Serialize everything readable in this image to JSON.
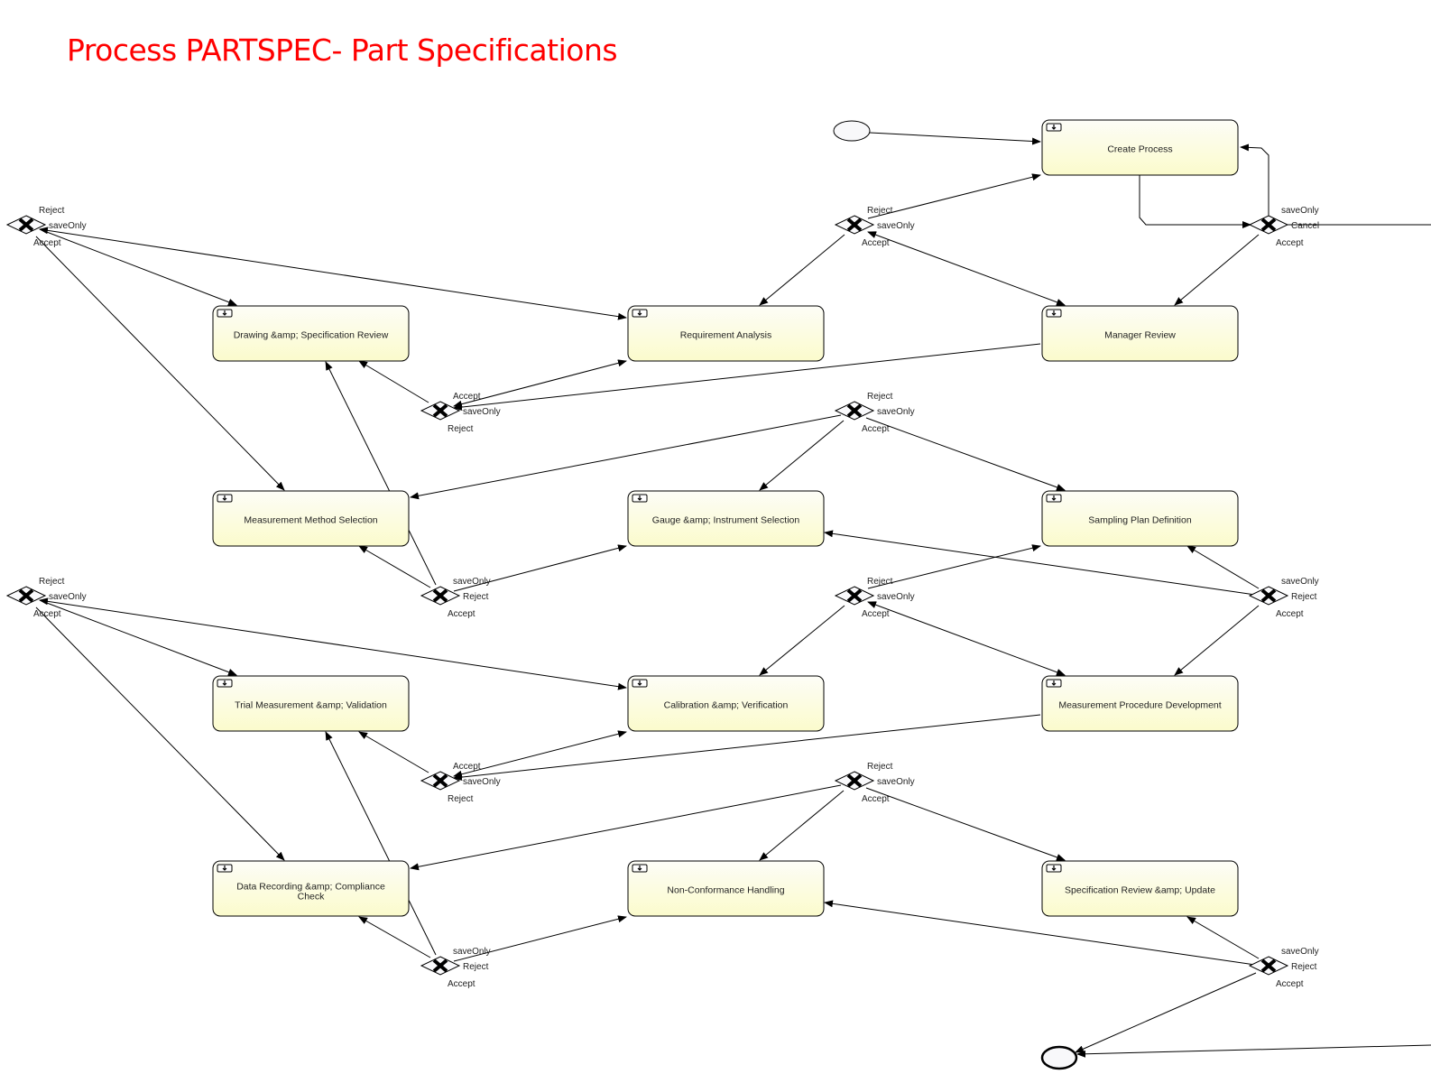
{
  "title": "Process PARTSPEC- Part Specifications",
  "colors": {
    "title": "#ff0000",
    "task_fill_top": "#fdfdf7",
    "task_fill_bottom": "#fbfbcc",
    "stroke": "#000000"
  },
  "tasks": [
    {
      "id": "create",
      "label": "Create Process"
    },
    {
      "id": "drawing",
      "label": "Drawing &amp; Specification Review"
    },
    {
      "id": "req",
      "label": "Requirement Analysis"
    },
    {
      "id": "mgr",
      "label": "Manager Review"
    },
    {
      "id": "mms",
      "label": "Measurement Method Selection"
    },
    {
      "id": "gauge",
      "label": "Gauge &amp; Instrument Selection"
    },
    {
      "id": "sampling",
      "label": "Sampling Plan Definition"
    },
    {
      "id": "trial",
      "label": "Trial Measurement &amp; Validation"
    },
    {
      "id": "calib",
      "label": "Calibration &amp; Verification"
    },
    {
      "id": "mpd",
      "label": "Measurement Procedure Development"
    },
    {
      "id": "data",
      "label": "Data Recording &amp; Compliance Check"
    },
    {
      "id": "ncr",
      "label": "Non-Conformance Handling"
    },
    {
      "id": "specupd",
      "label": "Specification Review &amp; Update"
    }
  ],
  "gateways": [
    {
      "id": "g1",
      "labels": [
        "saveOnly",
        "Cancel",
        "Accept"
      ]
    },
    {
      "id": "g2",
      "labels": [
        "Reject",
        "saveOnly",
        "Accept"
      ]
    },
    {
      "id": "g3",
      "labels": [
        "Reject",
        "saveOnly",
        "Accept"
      ]
    },
    {
      "id": "g4",
      "labels": [
        "Accept",
        "saveOnly",
        "Reject"
      ]
    },
    {
      "id": "g5",
      "labels": [
        "Reject",
        "saveOnly",
        "Accept"
      ]
    },
    {
      "id": "g6",
      "labels": [
        "saveOnly",
        "Reject",
        "Accept"
      ]
    },
    {
      "id": "g7",
      "labels": [
        "Reject",
        "saveOnly",
        "Accept"
      ]
    },
    {
      "id": "g8",
      "labels": [
        "saveOnly",
        "Reject",
        "Accept"
      ]
    },
    {
      "id": "g9",
      "labels": [
        "Reject",
        "saveOnly",
        "Accept"
      ]
    },
    {
      "id": "g10",
      "labels": [
        "Accept",
        "saveOnly",
        "Reject"
      ]
    },
    {
      "id": "g11",
      "labels": [
        "Reject",
        "saveOnly",
        "Accept"
      ]
    },
    {
      "id": "g12",
      "labels": [
        "saveOnly",
        "Reject",
        "Accept"
      ]
    },
    {
      "id": "g13",
      "labels": [
        "saveOnly",
        "Reject",
        "Accept"
      ]
    }
  ]
}
